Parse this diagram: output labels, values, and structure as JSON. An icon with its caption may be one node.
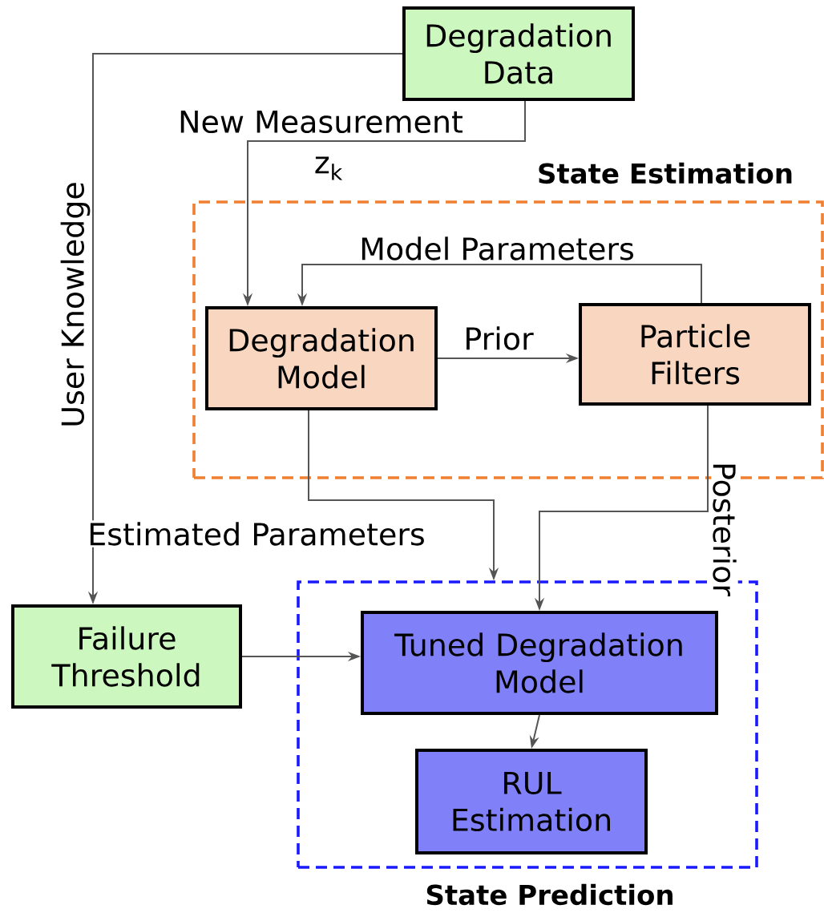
{
  "diagram": {
    "nodes": [
      {
        "text": [
          "Degradation Data"
        ]
      },
      {
        "text": [
          "State Estimation"
        ]
      },
      {
        "text": [
          "Degradation Model"
        ],
        "in": 1
      },
      {
        "text": [
          "Particle Filters"
        ],
        "in": 1
      },
      {
        "text": [
          "State Prediction"
        ]
      },
      {
        "text": [
          "Tuned Degradation Model"
        ],
        "in": 4
      },
      {
        "text": [
          "RUL Estimation"
        ],
        "in": 4
      },
      {
        "text": [
          "Failure Threshold"
        ]
      }
    ],
    "edges": [
      {
        "from": 0,
        "to": 7,
        "arrow": "to",
        "label": "User Knowledge"
      },
      {
        "from": 0,
        "to": 2,
        "arrow": "to",
        "label": "New Measurement"
      },
      {
        "from": 3,
        "to": 2,
        "arrow": "to",
        "label": "Model Parameters"
      },
      {
        "from": 2,
        "to": 3,
        "arrow": "to",
        "label": "Prior"
      },
      {
        "from": 2,
        "to": 4,
        "arrow": "to",
        "label": "Estimated Parameters"
      },
      {
        "from": 3,
        "to": 5,
        "arrow": "to",
        "label": "Posterior"
      },
      {
        "from": 7,
        "to": 5,
        "arrow": "to"
      },
      {
        "from": 5,
        "to": 6,
        "arrow": "to"
      }
    ],
    "labels": [
      "z$_{k}$"
    ]
  }
}
